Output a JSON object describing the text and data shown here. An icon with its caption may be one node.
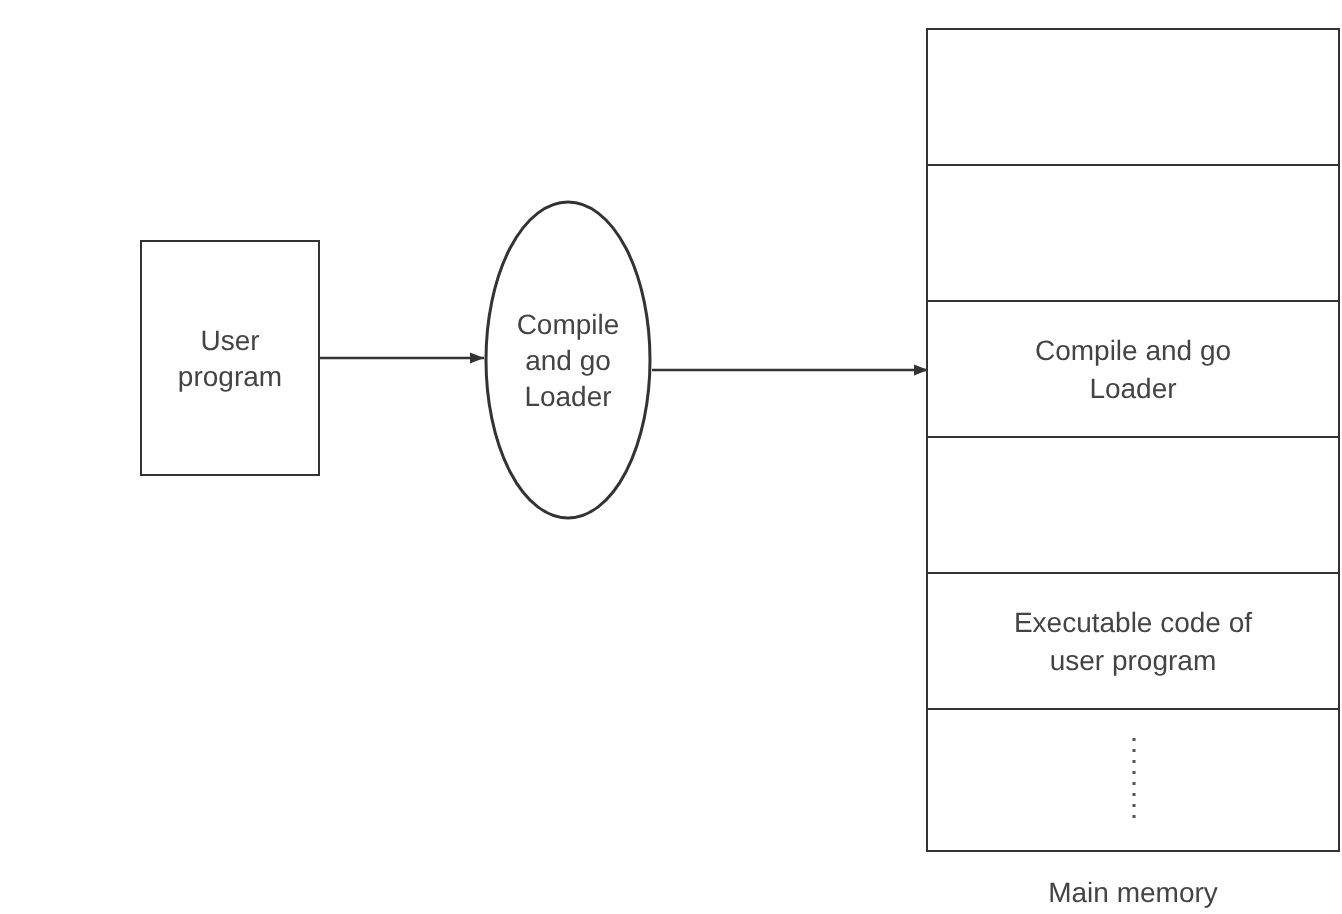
{
  "diagram": {
    "nodes": [
      {
        "text": [
          "User program"
        ]
      },
      {
        "text": [
          "Compile and go Loader"
        ]
      },
      {
        "text": [],
        "shape": "box",
        "beside": [
          "Main memory"
        ]
      },
      {
        "text": [],
        "shape": "box",
        "in": 2
      },
      {
        "text": [],
        "shape": "box",
        "in": 2
      },
      {
        "text": [
          "Compile and go Loader"
        ],
        "in": 2
      },
      {
        "text": [],
        "shape": "box",
        "in": 2
      },
      {
        "text": [
          "Executable code of user program"
        ],
        "in": 2
      },
      {
        "text": [],
        "shape": "box",
        "in": 2
      }
    ],
    "edges": [
      {
        "from": 0,
        "to": 1,
        "arrow": "to"
      },
      {
        "from": 1,
        "to": 5,
        "arrow": "to"
      }
    ]
  }
}
